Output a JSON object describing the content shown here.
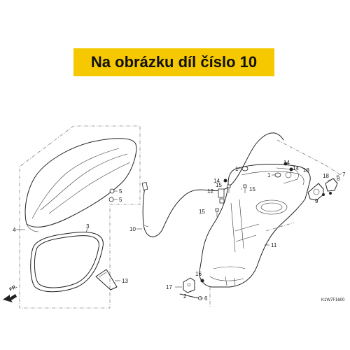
{
  "banner": {
    "text": "Na obrázku díl číslo 10",
    "background_color": "#f5c800"
  },
  "direction_marker": "FR.",
  "diagram_code": "K1W7F1600",
  "callouts": {
    "c1a": "1",
    "c1b": "1",
    "c2": "2",
    "c3": "3",
    "c4": "4",
    "c5a": "5",
    "c5b": "5",
    "c6": "6",
    "c7": "7",
    "c8": "8",
    "c9": "9",
    "c10": "10",
    "c11": "11",
    "c12": "12",
    "c13": "13",
    "c14a": "14",
    "c14b": "14",
    "c14c": "14",
    "c15a": "15",
    "c15b": "15",
    "c15c": "15",
    "c16": "16",
    "c17": "17",
    "c18a": "18",
    "c18b": "18"
  }
}
